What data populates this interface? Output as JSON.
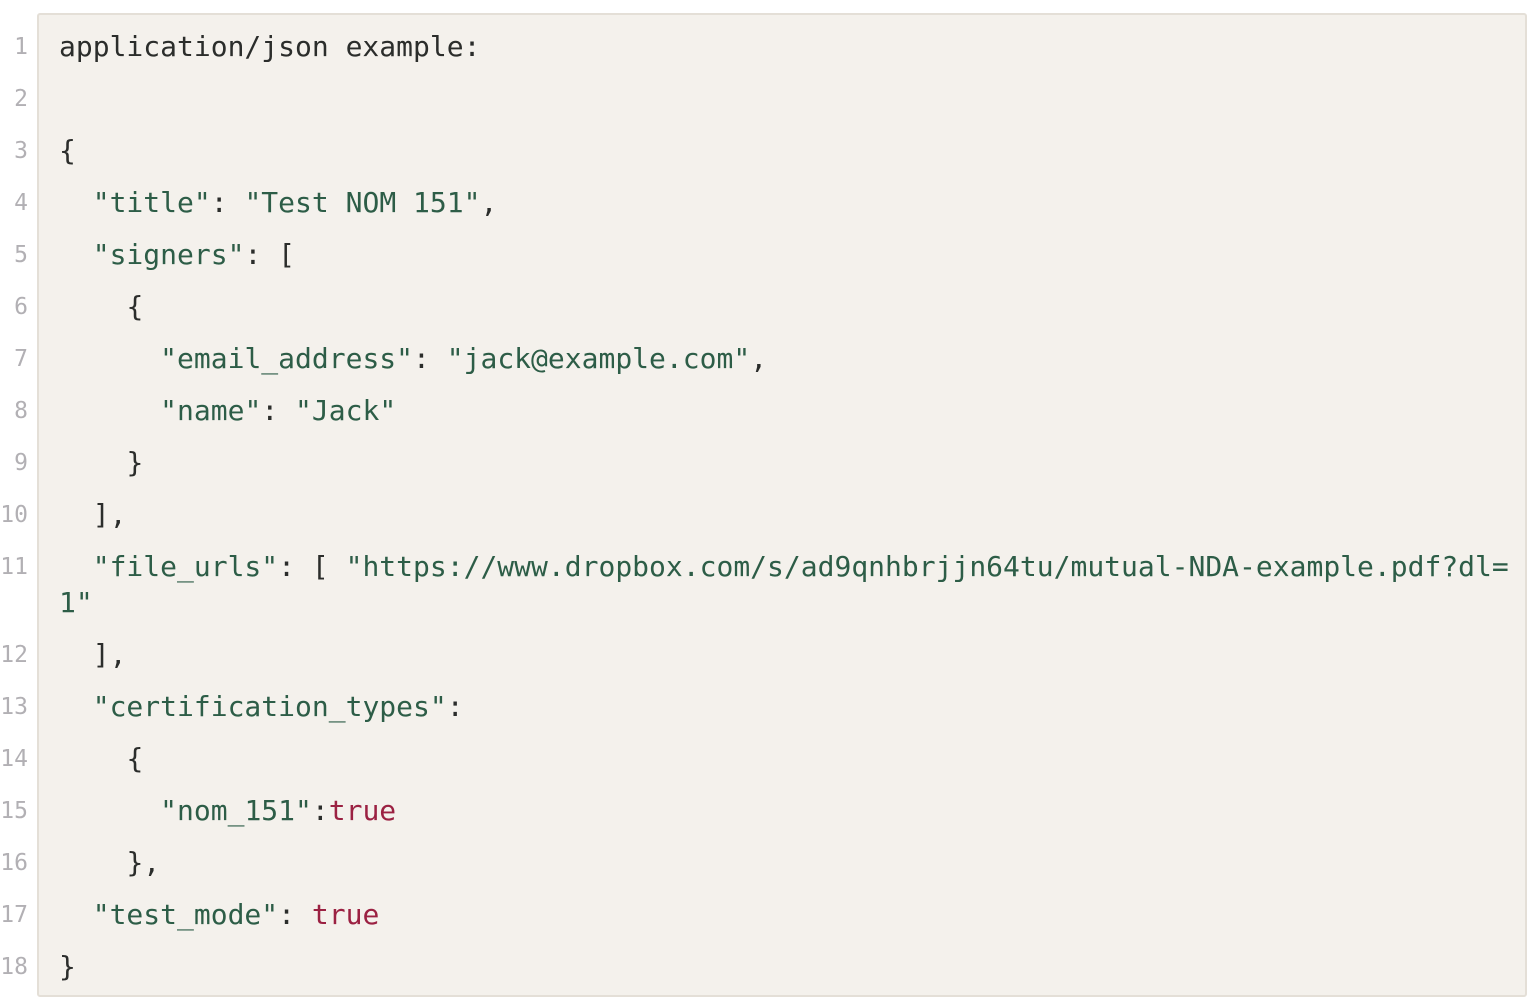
{
  "code_block": {
    "language_label": "application/json example:",
    "colors": {
      "page_background": "#ffffff",
      "block_background": "#f4f1ec",
      "block_border": "#e4dfd7",
      "plain": "#2b2d2b",
      "string": "#2d5d47",
      "boolean": "#9b2142",
      "line_number": "#b2b0b4"
    },
    "lines": [
      {
        "number": "1",
        "tokens": [
          {
            "type": "plain",
            "text": "application/json example:"
          }
        ]
      },
      {
        "number": "2",
        "tokens": []
      },
      {
        "number": "3",
        "tokens": [
          {
            "type": "plain",
            "text": "{"
          }
        ]
      },
      {
        "number": "4",
        "tokens": [
          {
            "type": "plain",
            "text": "  "
          },
          {
            "type": "string",
            "text": "\"title\""
          },
          {
            "type": "plain",
            "text": ": "
          },
          {
            "type": "string",
            "text": "\"Test NOM 151\""
          },
          {
            "type": "plain",
            "text": ","
          }
        ]
      },
      {
        "number": "5",
        "tokens": [
          {
            "type": "plain",
            "text": "  "
          },
          {
            "type": "string",
            "text": "\"signers\""
          },
          {
            "type": "plain",
            "text": ": ["
          }
        ]
      },
      {
        "number": "6",
        "tokens": [
          {
            "type": "plain",
            "text": "    {"
          }
        ]
      },
      {
        "number": "7",
        "tokens": [
          {
            "type": "plain",
            "text": "      "
          },
          {
            "type": "string",
            "text": "\"email_address\""
          },
          {
            "type": "plain",
            "text": ": "
          },
          {
            "type": "string",
            "text": "\"jack@example.com\""
          },
          {
            "type": "plain",
            "text": ","
          }
        ]
      },
      {
        "number": "8",
        "tokens": [
          {
            "type": "plain",
            "text": "      "
          },
          {
            "type": "string",
            "text": "\"name\""
          },
          {
            "type": "plain",
            "text": ": "
          },
          {
            "type": "string",
            "text": "\"Jack\""
          }
        ]
      },
      {
        "number": "9",
        "tokens": [
          {
            "type": "plain",
            "text": "    }"
          }
        ]
      },
      {
        "number": "10",
        "tokens": [
          {
            "type": "plain",
            "text": "  ],"
          }
        ]
      },
      {
        "number": "11",
        "tokens": [
          {
            "type": "plain",
            "text": "  "
          },
          {
            "type": "string",
            "text": "\"file_urls\""
          },
          {
            "type": "plain",
            "text": ": [ "
          },
          {
            "type": "string",
            "text": "\"https://www.dropbox.com/s/ad9qnhbrjjn64tu/mutual-NDA-example.pdf?dl=1\""
          }
        ]
      },
      {
        "number": "12",
        "tokens": [
          {
            "type": "plain",
            "text": "  ],"
          }
        ]
      },
      {
        "number": "13",
        "tokens": [
          {
            "type": "plain",
            "text": "  "
          },
          {
            "type": "string",
            "text": "\"certification_types\""
          },
          {
            "type": "plain",
            "text": ":"
          }
        ]
      },
      {
        "number": "14",
        "tokens": [
          {
            "type": "plain",
            "text": "    {"
          }
        ]
      },
      {
        "number": "15",
        "tokens": [
          {
            "type": "plain",
            "text": "      "
          },
          {
            "type": "string",
            "text": "\"nom_151\""
          },
          {
            "type": "plain",
            "text": ":"
          },
          {
            "type": "boolean",
            "text": "true"
          }
        ]
      },
      {
        "number": "16",
        "tokens": [
          {
            "type": "plain",
            "text": "    },"
          }
        ]
      },
      {
        "number": "17",
        "tokens": [
          {
            "type": "plain",
            "text": "  "
          },
          {
            "type": "string",
            "text": "\"test_mode\""
          },
          {
            "type": "plain",
            "text": ": "
          },
          {
            "type": "boolean",
            "text": "true"
          }
        ]
      },
      {
        "number": "18",
        "tokens": [
          {
            "type": "plain",
            "text": "}"
          }
        ]
      }
    ]
  }
}
